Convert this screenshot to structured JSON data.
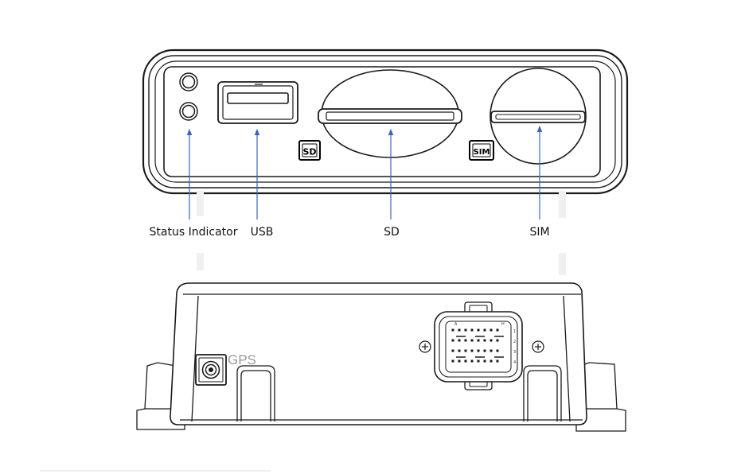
{
  "callouts": {
    "status_indicator": "Status Indicator",
    "usb": "USB",
    "sd": "SD",
    "sim": "SIM"
  },
  "slot_badges": {
    "sd": "SD",
    "sim": "SIM"
  },
  "rear_panel": {
    "gps_label": "GPS",
    "connector": {
      "column_labels": [
        "A",
        "H"
      ],
      "row_labels": [
        "1",
        "2",
        "3",
        "4"
      ]
    }
  },
  "colors": {
    "arrow": "#3a66b8",
    "outline": "#1a1a1a"
  }
}
